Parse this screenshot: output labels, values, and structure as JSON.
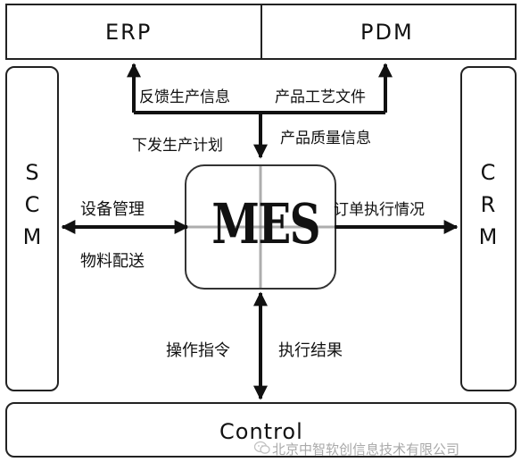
{
  "systems": {
    "erp": "ERP",
    "pdm": "PDM",
    "scm": [
      "S",
      "C",
      "M"
    ],
    "crm": [
      "C",
      "R",
      "M"
    ],
    "mes": "MES",
    "control": "Control"
  },
  "flows": {
    "feedback_production_info": "反馈生产信息",
    "product_process_files": "产品工艺文件",
    "issue_production_plan": "下发生产计划",
    "product_quality_info": "产品质量信息",
    "equipment_management": "设备管理",
    "material_delivery": "物料配送",
    "order_execution_status": "订单执行情况",
    "operation_instructions": "操作指令",
    "execution_results": "执行结果"
  },
  "watermark": {
    "icon": "wechat-icon",
    "text": "北京中智软创信息技术有限公司"
  }
}
